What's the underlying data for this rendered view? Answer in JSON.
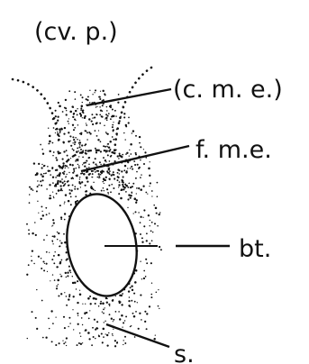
{
  "colors": {
    "ink": "#111111",
    "background": "#ffffff"
  },
  "labels": {
    "top": "(cv. p.)",
    "cme": "(c. m. e.)",
    "fme": "f. m.e.",
    "bt": "bt.",
    "s": "s."
  }
}
